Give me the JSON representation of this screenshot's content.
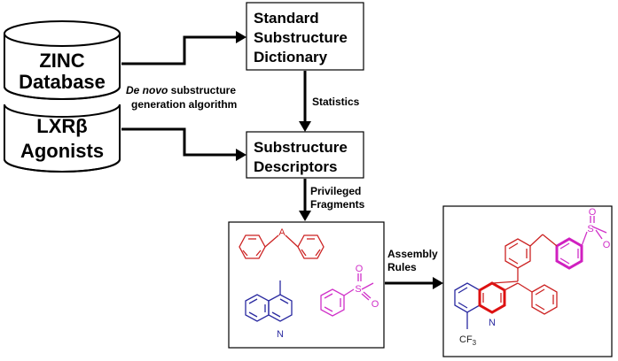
{
  "databases": {
    "zinc_line1": "ZINC",
    "zinc_line2": "Database",
    "lxr_line1": "LXRβ",
    "lxr_line2": "Agonists"
  },
  "boxes": {
    "dictionary_line1": "Standard",
    "dictionary_line2": "Substructure",
    "dictionary_line3": "Dictionary",
    "descriptors_line1": "Substructure",
    "descriptors_line2": "Descriptors"
  },
  "labels": {
    "denovo_italic": "De novo",
    "denovo_rest": " substructure",
    "denovo_line2": "generation algorithm",
    "statistics": "Statistics",
    "privileged_line1": "Privileged",
    "privileged_line2": "Fragments",
    "assembly_line1": "Assembly",
    "assembly_line2": "Rules"
  },
  "atoms": {
    "a": "A",
    "n": "N",
    "s": "S",
    "o": "O",
    "cf": "CF",
    "sub3": "3"
  },
  "colors": {
    "red": "#cc2222",
    "blue": "#2a2aa0",
    "magenta": "#d030c8",
    "black": "#000000"
  }
}
